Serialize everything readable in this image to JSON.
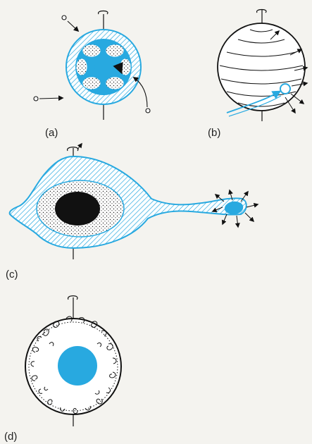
{
  "panels": [
    {
      "id": "a",
      "label": "(a)"
    },
    {
      "id": "b",
      "label": "(b)"
    },
    {
      "id": "c",
      "label": "(c)"
    },
    {
      "id": "d",
      "label": "(d)"
    }
  ],
  "colors": {
    "accent": "#28a9e0",
    "ink": "#111111",
    "background": "#f4f3ef",
    "core_dark": "#111111"
  }
}
